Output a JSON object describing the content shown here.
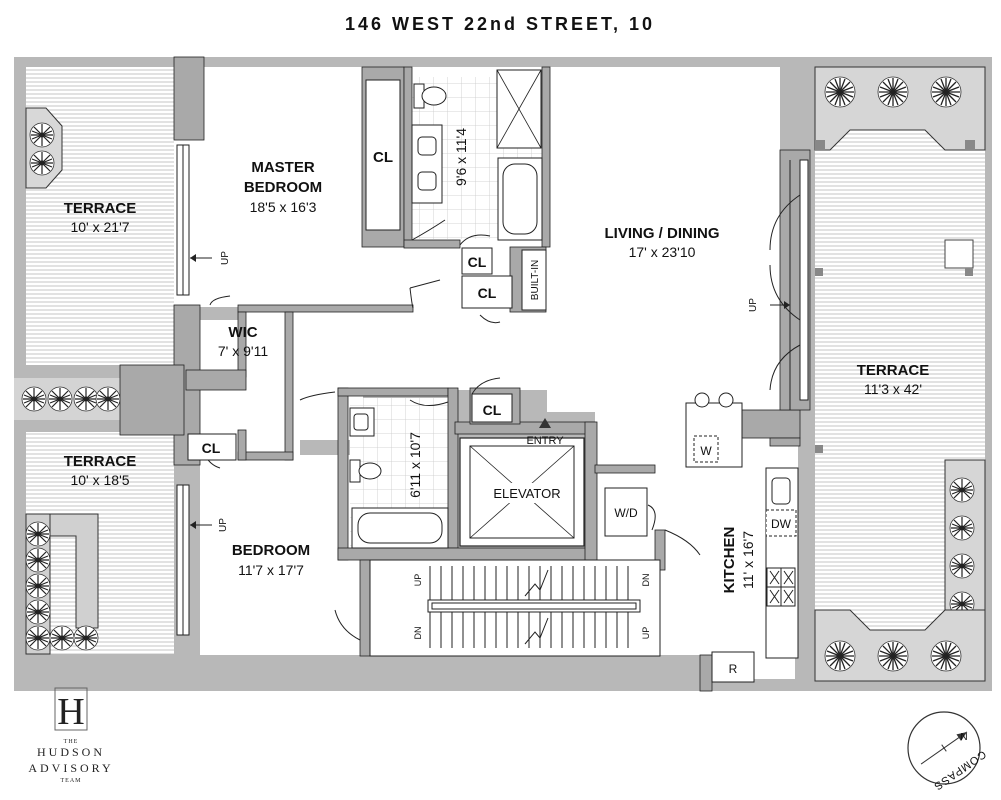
{
  "title": "146 WEST 22nd STREET, 10",
  "rooms": {
    "terrace_nw": {
      "name": "TERRACE",
      "dims": "10' x 21'7"
    },
    "terrace_sw": {
      "name": "TERRACE",
      "dims": "10' x 18'5"
    },
    "terrace_e": {
      "name": "TERRACE",
      "dims": "11'3 x 42'"
    },
    "master": {
      "name_line1": "MASTER",
      "name_line2": "BEDROOM",
      "dims": "18'5 x 16'3"
    },
    "bath1": {
      "dims": "9'6 x 11'4"
    },
    "bath2": {
      "dims": "6'11 x 10'7"
    },
    "living": {
      "name": "LIVING / DINING",
      "dims": "17' x 23'10"
    },
    "wic": {
      "name": "WIC",
      "dims": "7' x 9'11"
    },
    "bedroom": {
      "name": "BEDROOM",
      "dims": "11'7 x 17'7"
    },
    "kitchen": {
      "name": "KITCHEN",
      "dims": "11' x 16'7"
    }
  },
  "labels": {
    "cl": "CL",
    "builtin": "BUILT-IN",
    "entry": "ENTRY",
    "elevator": "ELEVATOR",
    "wd": "W/D",
    "dw": "DW",
    "w": "W",
    "r": "R",
    "up": "UP",
    "dn": "DN"
  },
  "logo": {
    "letter": "H",
    "the": "THE",
    "line1": "HUDSON",
    "line2": "ADVISORY",
    "team": "TEAM"
  },
  "compass": {
    "text": "COMPASS",
    "n": "N"
  }
}
